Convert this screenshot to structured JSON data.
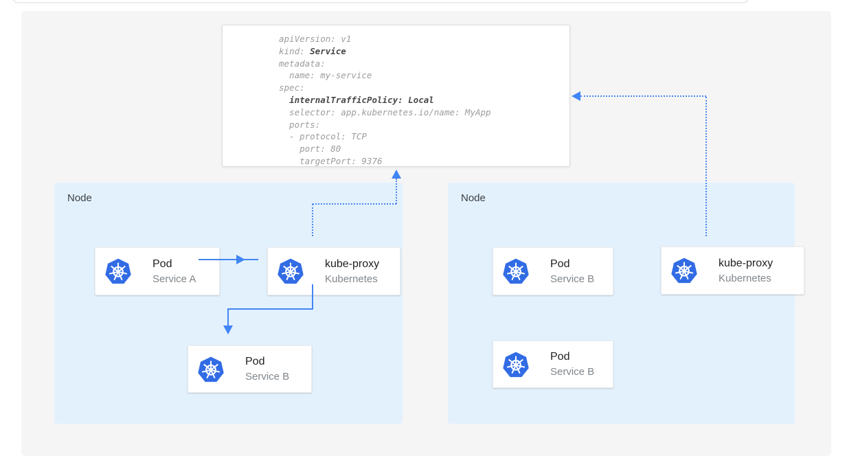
{
  "colors": {
    "accent_blue": "#4285f4",
    "kubernetes_blue": "#326ce5",
    "node_background": "#e3f1fd",
    "canvas_background": "#f5f5f6",
    "code_text": "#9c9ca0",
    "code_bold_text": "#47484a"
  },
  "icons": {
    "kubernetes-icon": "blue heptagon with white ship helm wheel"
  },
  "yaml_card": {
    "lines": [
      [
        {
          "t": "apiVersion: v1",
          "b": false
        }
      ],
      [
        {
          "t": "kind: ",
          "b": false
        },
        {
          "t": "Service",
          "b": true
        }
      ],
      [
        {
          "t": "metadata:",
          "b": false
        }
      ],
      [
        {
          "t": "  name: my-service",
          "b": false
        }
      ],
      [
        {
          "t": "spec:",
          "b": false
        }
      ],
      [
        {
          "t": "  ",
          "b": false
        },
        {
          "t": "internalTrafficPolicy: Local",
          "b": true
        }
      ],
      [
        {
          "t": "  selector: app.kubernetes.io/name: MyApp",
          "b": false
        }
      ],
      [
        {
          "t": "  ports:",
          "b": false
        }
      ],
      [
        {
          "t": "  - protocol: TCP",
          "b": false
        }
      ],
      [
        {
          "t": "    port: 80",
          "b": false
        }
      ],
      [
        {
          "t": "    targetPort: 9376",
          "b": false
        }
      ]
    ]
  },
  "nodes": [
    {
      "label": "Node",
      "cards": [
        {
          "title": "Pod",
          "subtitle": "Service A"
        },
        {
          "title": "kube-proxy",
          "subtitle": "Kubernetes"
        },
        {
          "title": "Pod",
          "subtitle": "Service B"
        }
      ]
    },
    {
      "label": "Node",
      "cards": [
        {
          "title": "Pod",
          "subtitle": "Service B"
        },
        {
          "title": "kube-proxy",
          "subtitle": "Kubernetes"
        },
        {
          "title": "Pod",
          "subtitle": "Service B"
        }
      ]
    }
  ]
}
